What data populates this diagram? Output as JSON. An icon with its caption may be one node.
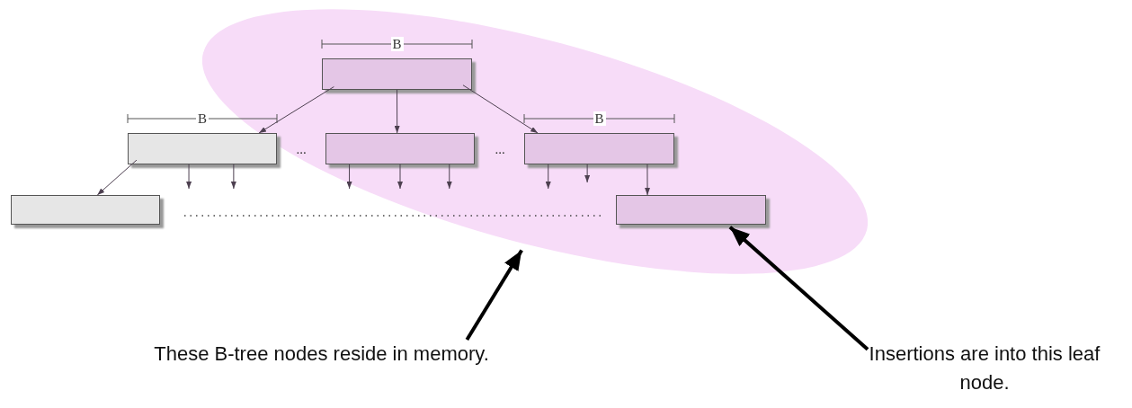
{
  "diagram": {
    "nodes": [
      {
        "text": [],
        "shape": "ellipse"
      },
      {
        "text": [],
        "shape": "box",
        "in": 0,
        "beside": [
          "B"
        ]
      },
      {
        "text": [],
        "shape": "box",
        "beside": [
          "B"
        ]
      },
      {
        "text": [],
        "shape": "box",
        "in": 0
      },
      {
        "text": [],
        "shape": "box",
        "in": 0,
        "beside": [
          "B"
        ]
      },
      {
        "text": [],
        "shape": "box"
      },
      {
        "text": [],
        "shape": "box",
        "in": 0
      },
      {
        "text": [
          "These B-tree nodes reside in memory."
        ]
      },
      {
        "text": [
          "Insertions are into this leaf node."
        ]
      }
    ],
    "edges": [
      {
        "from": 1,
        "to": 2,
        "arrow": "to"
      },
      {
        "from": 1,
        "to": 3,
        "arrow": "to"
      },
      {
        "from": 1,
        "to": 4,
        "arrow": "to"
      },
      {
        "from": 2,
        "to": 5,
        "arrow": "to"
      },
      {
        "from": 2,
        "to": null,
        "arrow": "to"
      },
      {
        "from": 2,
        "to": null,
        "arrow": "to"
      },
      {
        "from": 3,
        "to": null,
        "arrow": "to"
      },
      {
        "from": 3,
        "to": null,
        "arrow": "to"
      },
      {
        "from": 3,
        "to": null,
        "arrow": "to"
      },
      {
        "from": 4,
        "to": null,
        "arrow": "to"
      },
      {
        "from": 4,
        "to": null,
        "arrow": "to"
      },
      {
        "from": 4,
        "to": 6,
        "arrow": "to"
      },
      {
        "from": 7,
        "to": 0,
        "arrow": "to",
        "style": "thick",
        "color": "#000000"
      },
      {
        "from": 8,
        "to": 6,
        "arrow": "to",
        "style": "thick",
        "color": "#000000"
      }
    ],
    "labels": [
      "...",
      "..."
    ]
  }
}
